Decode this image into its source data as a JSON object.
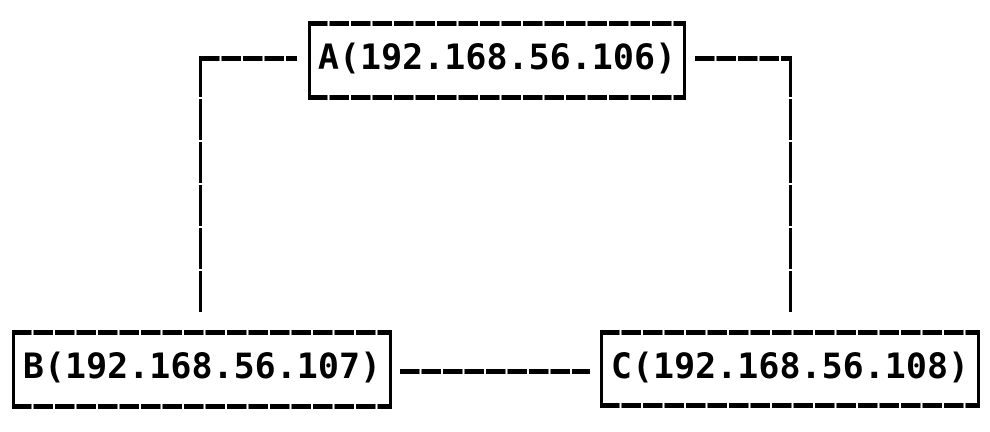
{
  "diagram": {
    "type": "network-topology",
    "nodes": [
      {
        "id": "A",
        "label": "A(192.168.56.106)",
        "ip": "192.168.56.106"
      },
      {
        "id": "B",
        "label": "B(192.168.56.107)",
        "ip": "192.168.56.107"
      },
      {
        "id": "C",
        "label": "C(192.168.56.108)",
        "ip": "192.168.56.108"
      }
    ],
    "edges": [
      {
        "from": "A",
        "to": "B"
      },
      {
        "from": "A",
        "to": "C"
      },
      {
        "from": "B",
        "to": "C"
      }
    ],
    "colors": {
      "line": "#000000",
      "text": "#000000",
      "background": "#ffffff"
    }
  }
}
